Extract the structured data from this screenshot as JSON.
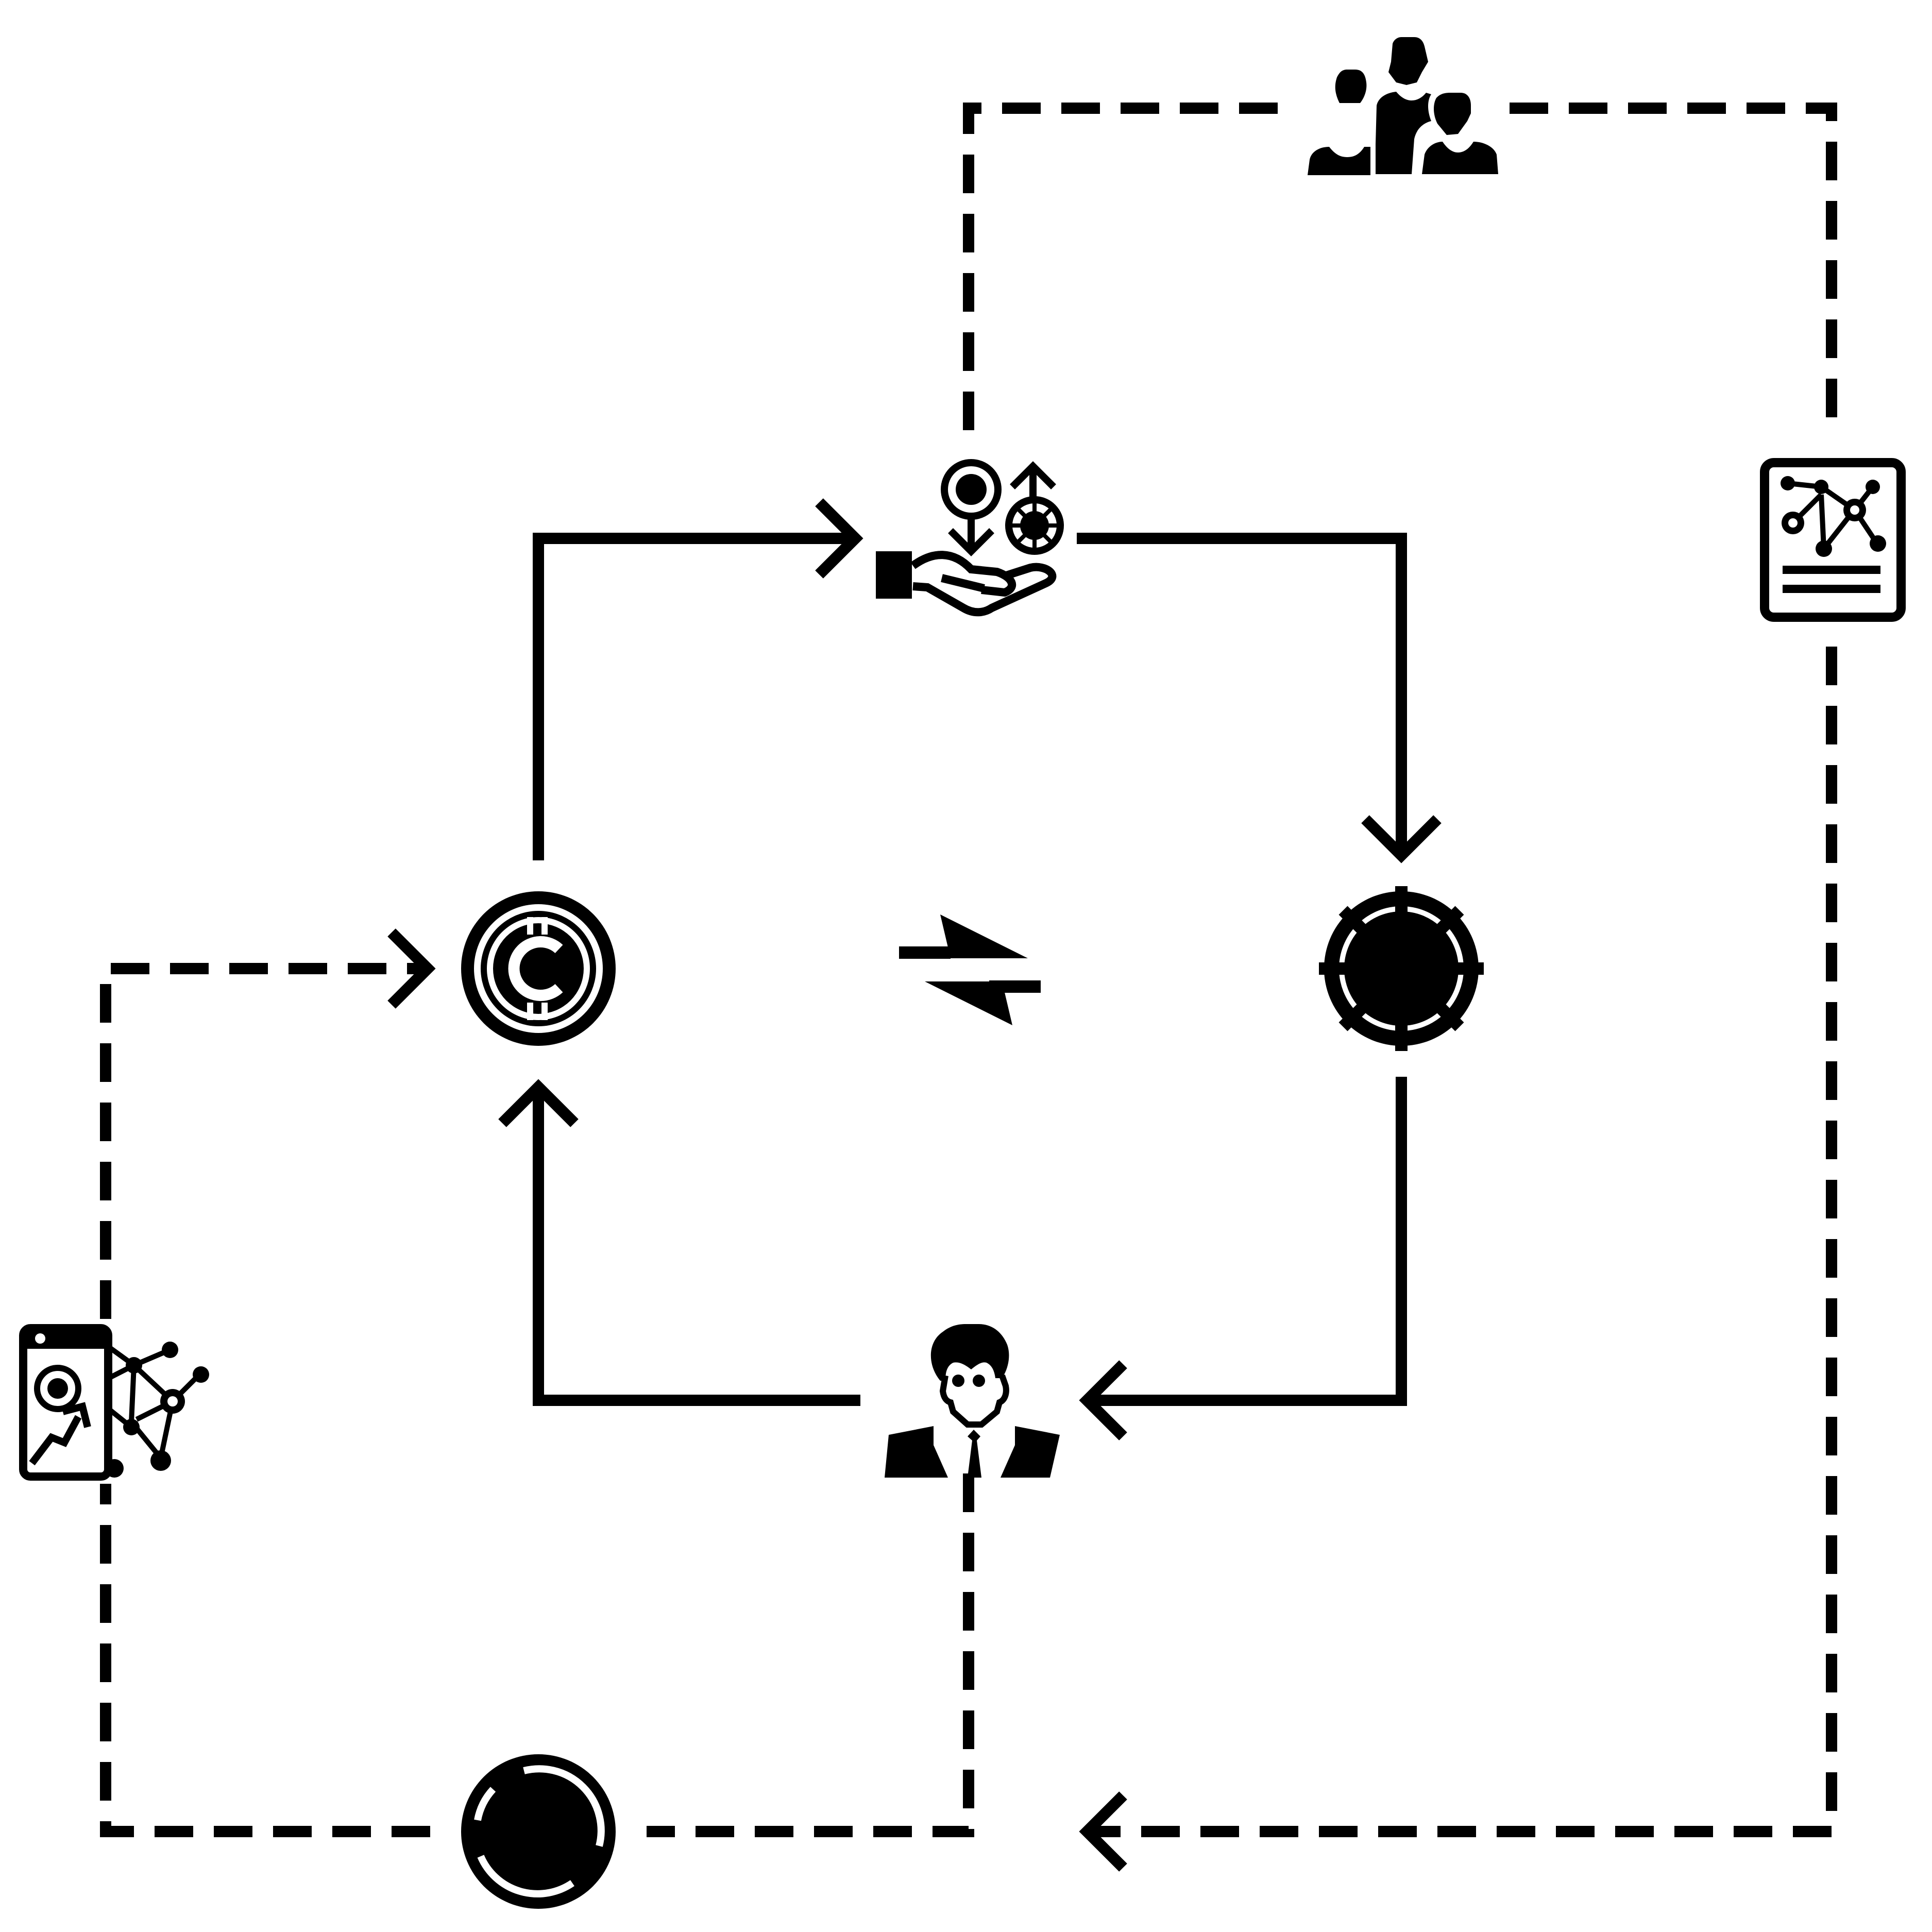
{
  "colors": {
    "ink": "#000000",
    "background": "#ffffff"
  },
  "icons": [
    {
      "id": "crypto-coin",
      "name": "crypto-coin-icon"
    },
    {
      "id": "token-offer",
      "name": "token-offer-hand-icon"
    },
    {
      "id": "chip",
      "name": "token-chip-icon"
    },
    {
      "id": "businessman",
      "name": "businessman-icon"
    },
    {
      "id": "exchange",
      "name": "exchange-arrows-icon"
    },
    {
      "id": "community",
      "name": "user-group-icon"
    },
    {
      "id": "network-report",
      "name": "network-report-icon"
    },
    {
      "id": "analytics",
      "name": "network-analytics-icon"
    },
    {
      "id": "split-coin",
      "name": "split-coin-icon"
    }
  ],
  "connections": [
    {
      "name": "flow-coin-to-offer",
      "style": "solid",
      "arrow": "end"
    },
    {
      "name": "flow-offer-to-chip",
      "style": "solid",
      "arrow": "end"
    },
    {
      "name": "flow-chip-to-businessman",
      "style": "solid",
      "arrow": "end"
    },
    {
      "name": "flow-businessman-to-coin",
      "style": "solid",
      "arrow": "end"
    },
    {
      "name": "loop-offer-community-report",
      "style": "dashed",
      "arrow": "none"
    },
    {
      "name": "loop-report-to-bottom",
      "style": "dashed",
      "arrow": "end"
    },
    {
      "name": "loop-businessman-bottom",
      "style": "dashed",
      "arrow": "none"
    },
    {
      "name": "loop-bottom-analytics-coin",
      "style": "dashed",
      "arrow": "end"
    }
  ]
}
